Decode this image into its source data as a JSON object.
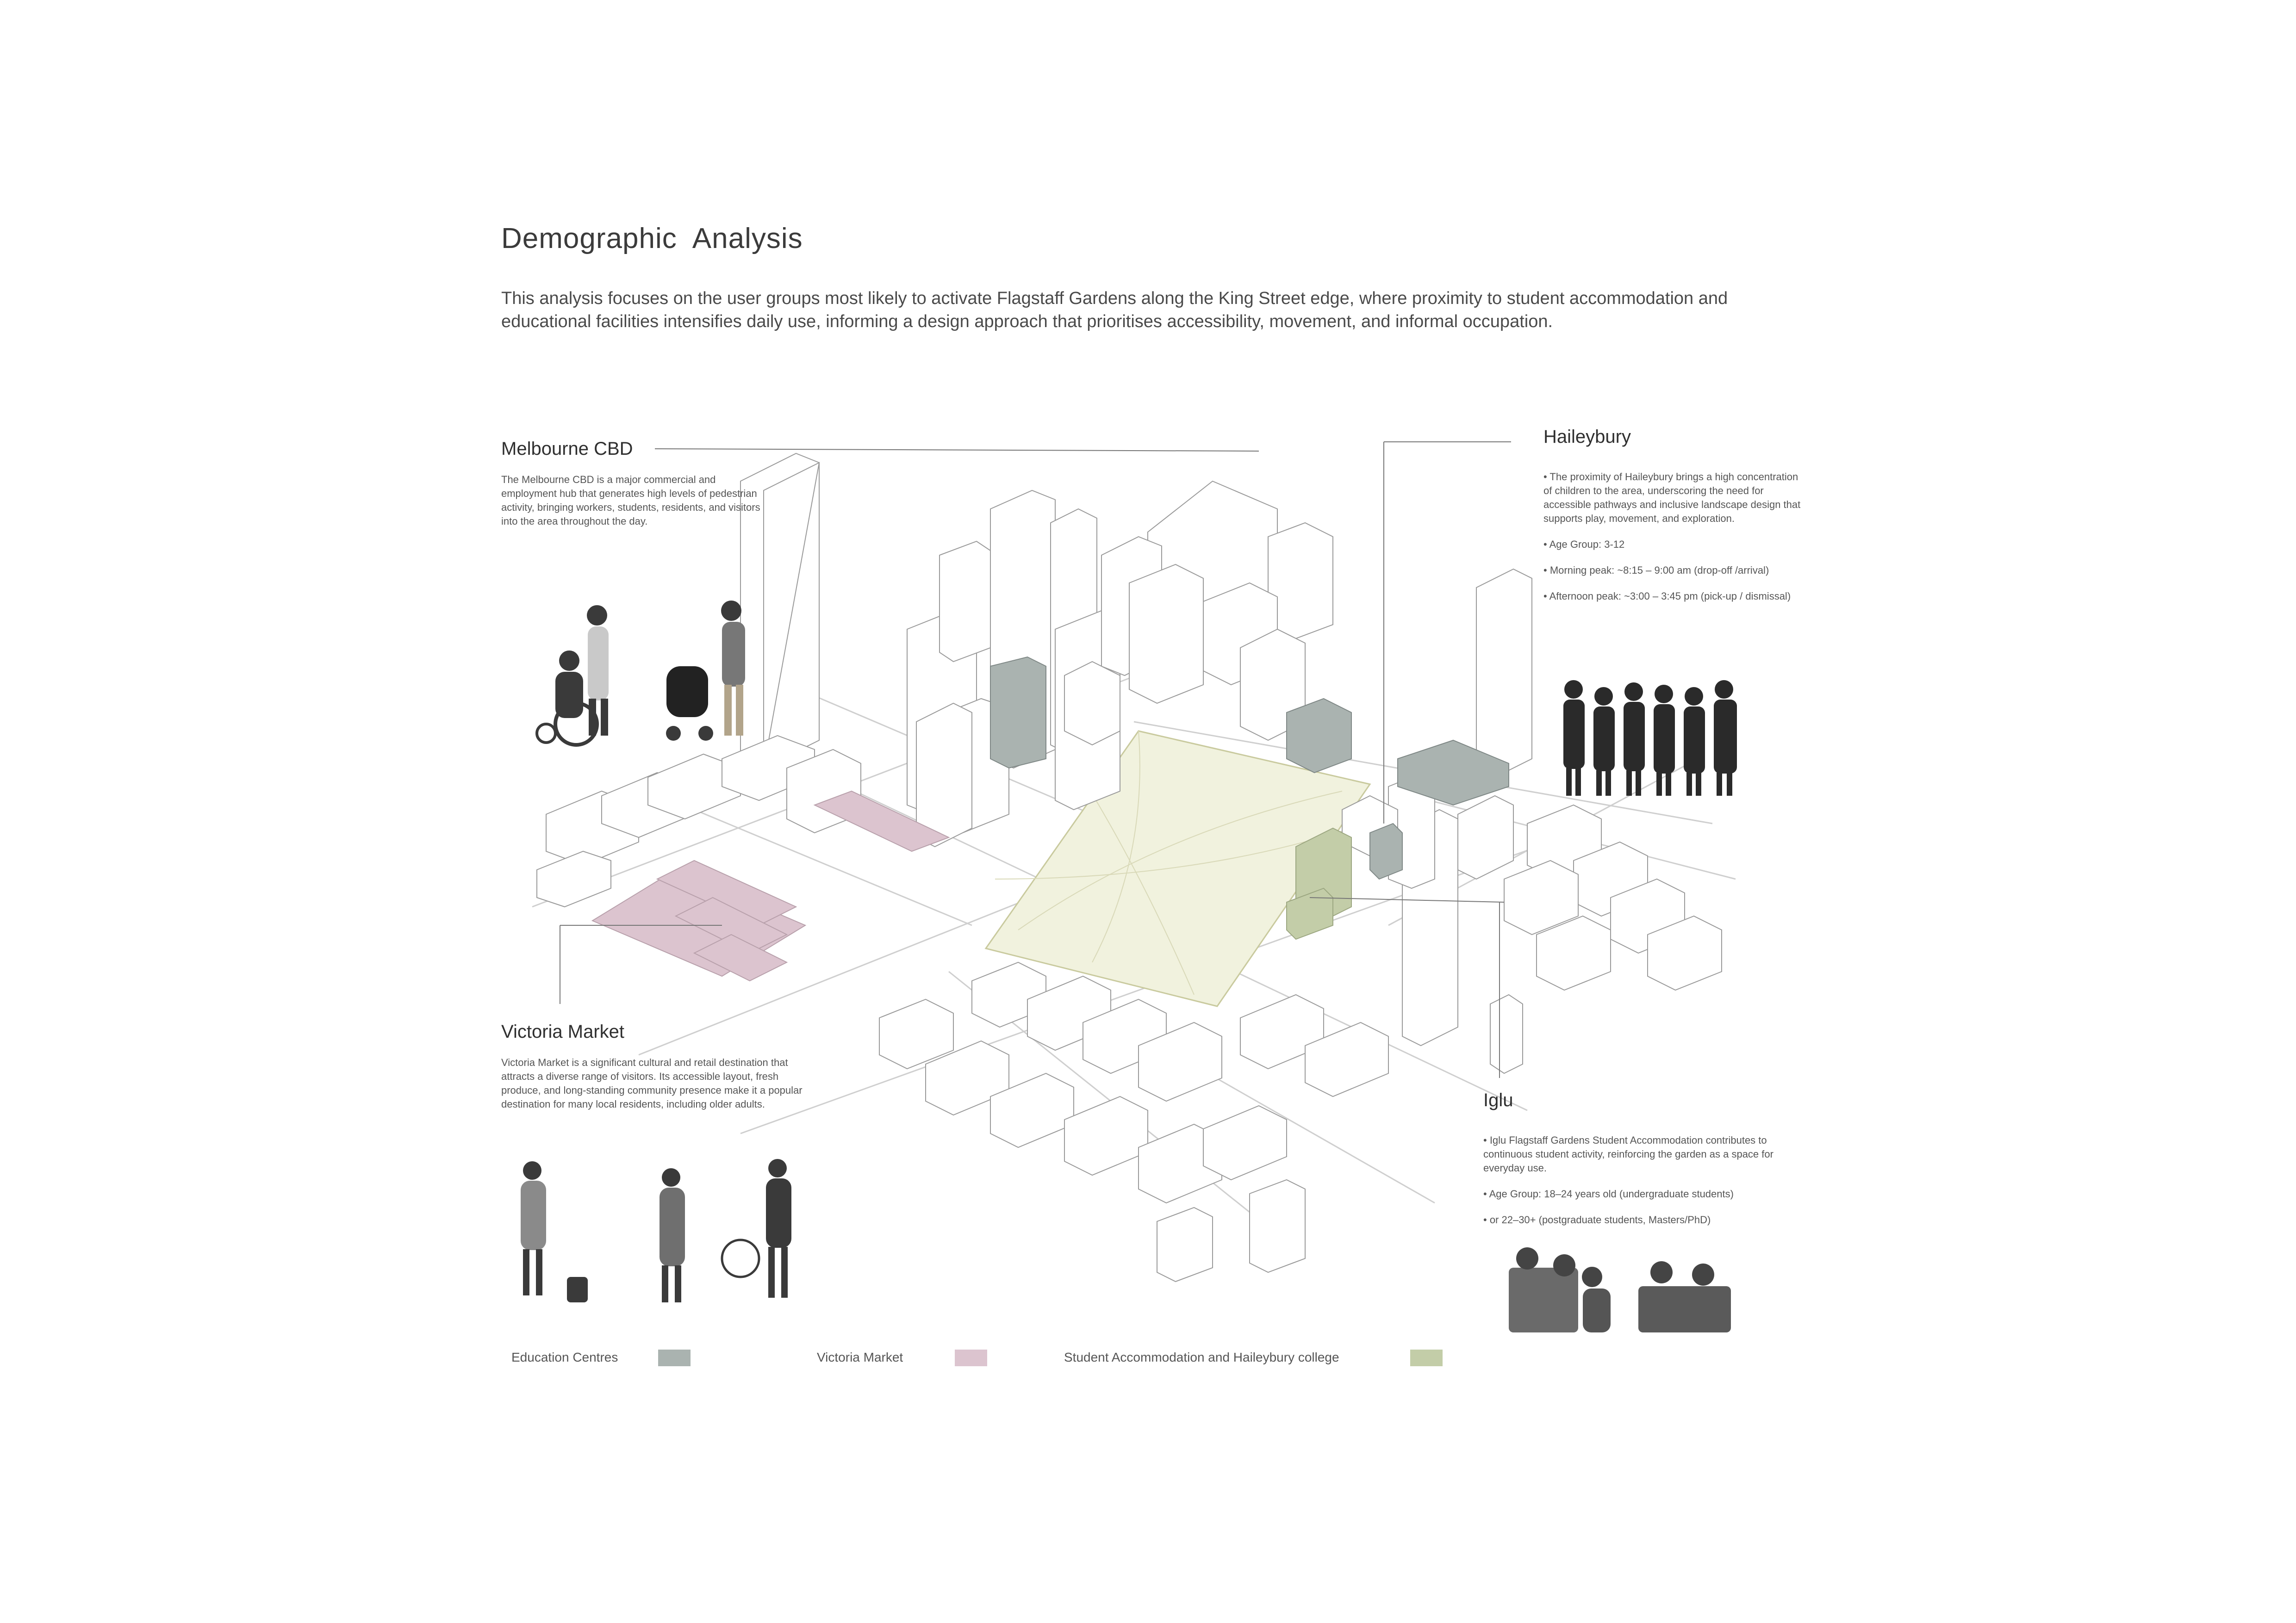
{
  "title": "Demographic  Analysis",
  "intro": "This analysis focuses on the user groups most likely to activate Flagstaff Gardens along the King Street edge, where proximity to student accommodation and educational facilities intensifies daily use, informing a design approach that prioritises accessibility, movement, and informal occupation.",
  "sections": {
    "cbd": {
      "title": "Melbourne CBD",
      "body": "The Melbourne CBD is a major commercial and employment hub that generates high levels of pedestrian activity, bringing workers, students, residents, and visitors into the area throughout the day."
    },
    "haileybury": {
      "title": "Haileybury",
      "items": [
        "• The proximity of Haileybury brings a high concentration of children to the area, underscoring the need for accessible pathways and inclusive landscape design that supports play, movement, and exploration.",
        "• Age Group: 3-12",
        "• Morning peak: ~8:15 – 9:00 am (drop-off /arrival)",
        "• Afternoon peak: ~3:00 – 3:45 pm (pick-up / dismissal)"
      ]
    },
    "victoria": {
      "title": "Victoria Market",
      "body": "Victoria Market is a significant cultural and retail destination that attracts a diverse range of visitors. Its accessible layout, fresh produce, and long-standing community presence make it a popular destination for many local residents, including older adults."
    },
    "iglu": {
      "title": "Iglu",
      "items": [
        "• Iglu Flagstaff Gardens Student Accommodation contributes to continuous student activity, reinforcing the garden as a space for everyday use.",
        "• Age Group: 18–24 years old (undergraduate students)",
        "• or 22–30+ (postgraduate students, Masters/PhD)"
      ]
    }
  },
  "legend": [
    {
      "label": "Education Centres",
      "color": "#aab3b0"
    },
    {
      "label": "Victoria Market",
      "color": "#dcc4cf"
    },
    {
      "label": "Student Accommodation and Haileybury college",
      "color": "#c3cda8"
    }
  ],
  "colors": {
    "park": "#f1f2de",
    "education": "#aab3b0",
    "market": "#dcc4cf",
    "accommodation": "#c3cda8",
    "building_line": "#9a9a9a",
    "people": "#333333"
  }
}
